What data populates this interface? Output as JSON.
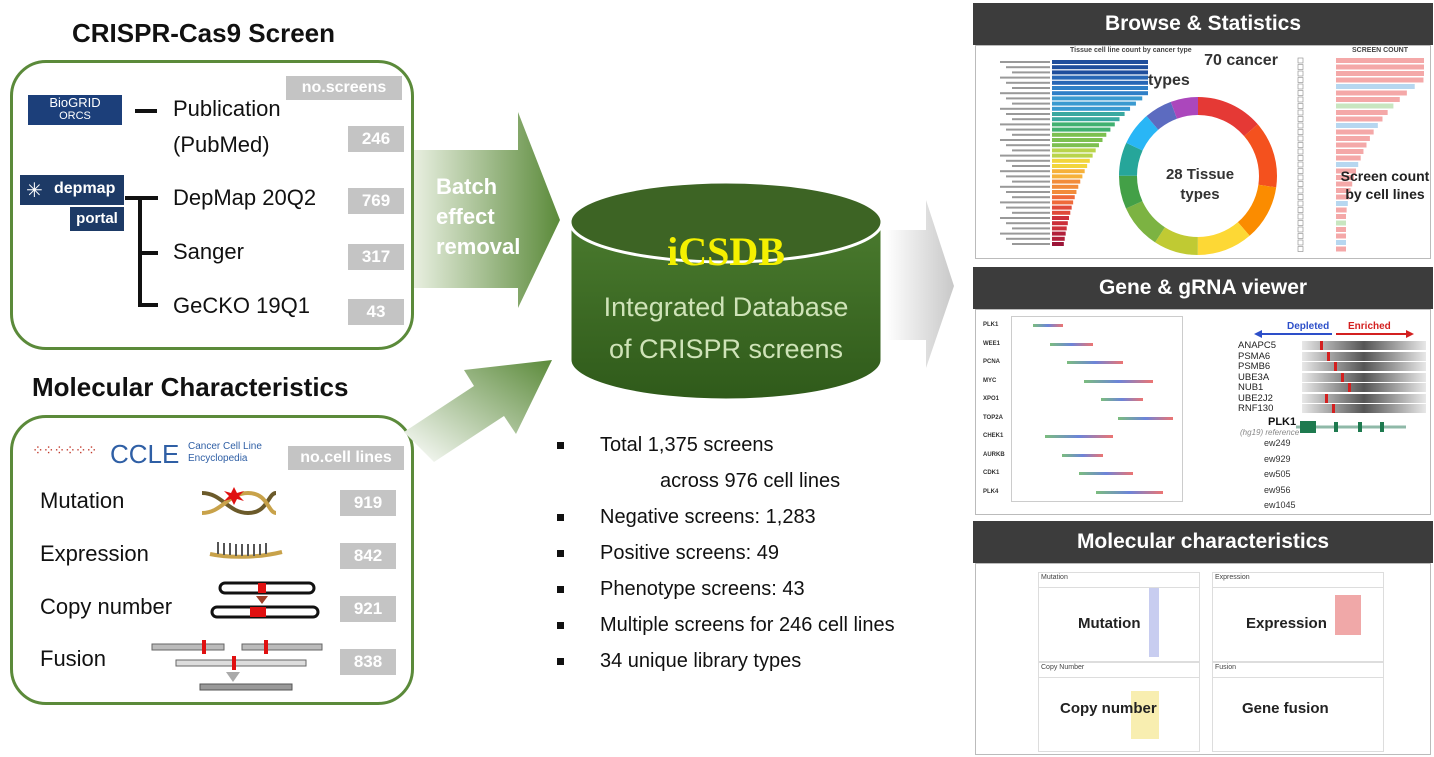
{
  "left": {
    "crispr_title": "CRISPR-Cas9 Screen",
    "no_screens_label": "no.screens",
    "biogrid_logo": [
      "BioGRID",
      "ORCS"
    ],
    "depmap_logo": [
      "depmap",
      "portal"
    ],
    "sources": [
      {
        "label": "Publication",
        "label2": "(PubMed)",
        "count": "246"
      },
      {
        "label": "DepMap 20Q2",
        "count": "769"
      },
      {
        "label": "Sanger",
        "count": "317"
      },
      {
        "label": "GeCKO 19Q1",
        "count": "43"
      }
    ],
    "molecular_title": "Molecular Characteristics",
    "ccle_logo": [
      "CCLE",
      "Cancer Cell Line",
      "Encyclopedia"
    ],
    "no_cell_lines_label": "no.cell lines",
    "molecular": [
      {
        "label": "Mutation",
        "count": "919"
      },
      {
        "label": "Expression",
        "count": "842"
      },
      {
        "label": "Copy number",
        "count": "921"
      },
      {
        "label": "Fusion",
        "count": "838"
      }
    ]
  },
  "middle": {
    "arrow_text": [
      "Batch",
      "effect",
      "removal"
    ],
    "db_name": "iCSDB",
    "db_sub1": "Integrated Database",
    "db_sub2": "of CRISPR screens",
    "stats": [
      "Total 1,375 screens",
      "across 976 cell lines",
      "Negative screens: 1,283",
      "Positive screens:  49",
      "Phenotype screens: 43",
      "Multiple screens for 246 cell lines",
      "34 unique library types"
    ]
  },
  "right": {
    "browse": {
      "title": "Browse & Statistics",
      "chart_title": "Tissue cell line count by cancer type",
      "cancer_types": "70 cancer",
      "cancer_types2": "types",
      "tissue": "28 Tissue",
      "tissue2": "types",
      "screen_count": "Screen count",
      "screen_count2": "by cell lines",
      "screen_axis_label": "SCREEN COUNT"
    },
    "gene": {
      "title": "Gene & gRNA viewer",
      "genes_left": [
        "PLK1",
        "WEE1",
        "PCNA",
        "MYC",
        "XPO1",
        "TOP2A",
        "CHEK1",
        "AURKB",
        "CDK1",
        "PLK4"
      ],
      "depleted": "Depleted",
      "enriched": "Enriched",
      "genes_right": [
        "ANAPC5",
        "PSMA6",
        "PSMB6",
        "UBE3A",
        "NUB1",
        "UBE2J2",
        "RNF130"
      ],
      "plk1": "PLK1",
      "reference": "(hg19) reference",
      "ew": [
        "ew249",
        "ew929",
        "ew505",
        "ew956",
        "ew1045"
      ]
    },
    "mol": {
      "title": "Molecular characteristics",
      "tabs": [
        "Mutation",
        "Expression",
        "Copy Number",
        "Fusion"
      ],
      "mutation": "Mutation",
      "expression": "Expression",
      "copy": "Copy number",
      "fusion": "Gene fusion"
    }
  },
  "colors": {
    "green": "#5b8a3a",
    "db_green": "#3d6424",
    "db_text": "#f4f000",
    "panel_head": "#3c3c3c"
  }
}
